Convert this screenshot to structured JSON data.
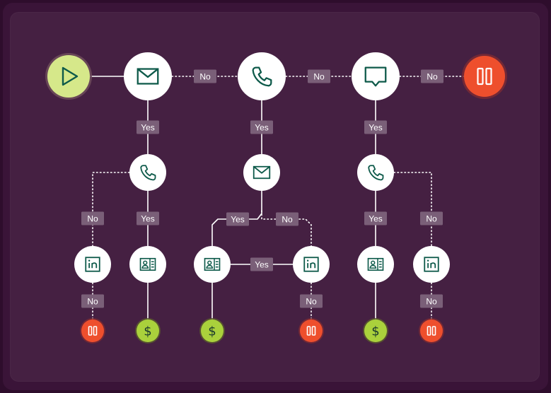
{
  "colors": {
    "page_background": "#2e0d2c",
    "panel": "#452042",
    "node_fill": "#ffffff",
    "icon_stroke": "#0e5a4a",
    "start_fill": "#d6e88a",
    "stop_fill": "#ee4f2d",
    "money_fill": "#aad13c",
    "label_bg": "#7a5f78",
    "connector": "#ffffff"
  },
  "labels": {
    "yes": "Yes",
    "no": "No"
  },
  "nodes": [
    {
      "id": "start",
      "kind": "start",
      "icon": "play-icon"
    },
    {
      "id": "email-1",
      "kind": "step",
      "icon": "email-icon"
    },
    {
      "id": "call-1",
      "kind": "step",
      "icon": "phone-icon"
    },
    {
      "id": "message-1",
      "kind": "step",
      "icon": "chat-icon"
    },
    {
      "id": "stop-top",
      "kind": "stop",
      "icon": "pause-icon"
    },
    {
      "id": "call-2",
      "kind": "step",
      "icon": "phone-icon"
    },
    {
      "id": "email-2",
      "kind": "step",
      "icon": "email-icon"
    },
    {
      "id": "call-3",
      "kind": "step",
      "icon": "phone-icon"
    },
    {
      "id": "linkedin-1",
      "kind": "step",
      "icon": "linkedin-icon"
    },
    {
      "id": "contact-1",
      "kind": "step",
      "icon": "contact-card-icon"
    },
    {
      "id": "contact-2",
      "kind": "step",
      "icon": "contact-card-icon"
    },
    {
      "id": "linkedin-2",
      "kind": "step",
      "icon": "linkedin-icon"
    },
    {
      "id": "contact-3",
      "kind": "step",
      "icon": "contact-card-icon"
    },
    {
      "id": "linkedin-3",
      "kind": "step",
      "icon": "linkedin-icon"
    },
    {
      "id": "stop-1",
      "kind": "stop",
      "icon": "pause-icon"
    },
    {
      "id": "money-1",
      "kind": "outcome",
      "icon": "dollar-icon"
    },
    {
      "id": "money-2",
      "kind": "outcome",
      "icon": "dollar-icon"
    },
    {
      "id": "stop-2",
      "kind": "stop",
      "icon": "pause-icon"
    },
    {
      "id": "money-3",
      "kind": "outcome",
      "icon": "dollar-icon"
    },
    {
      "id": "stop-3",
      "kind": "stop",
      "icon": "pause-icon"
    }
  ],
  "edges": [
    {
      "from": "start",
      "to": "email-1",
      "label": ""
    },
    {
      "from": "email-1",
      "to": "call-1",
      "label": "No"
    },
    {
      "from": "call-1",
      "to": "message-1",
      "label": "No"
    },
    {
      "from": "message-1",
      "to": "stop-top",
      "label": "No"
    },
    {
      "from": "email-1",
      "to": "call-2",
      "label": "Yes"
    },
    {
      "from": "call-1",
      "to": "email-2",
      "label": "Yes"
    },
    {
      "from": "message-1",
      "to": "call-3",
      "label": "Yes"
    },
    {
      "from": "call-2",
      "to": "linkedin-1",
      "label": "No"
    },
    {
      "from": "call-2",
      "to": "contact-1",
      "label": "Yes"
    },
    {
      "from": "email-2",
      "to": "contact-2",
      "label": "Yes"
    },
    {
      "from": "email-2",
      "to": "linkedin-2",
      "label": "No"
    },
    {
      "from": "contact-2",
      "to": "linkedin-2",
      "label": "Yes"
    },
    {
      "from": "call-3",
      "to": "contact-3",
      "label": "Yes"
    },
    {
      "from": "call-3",
      "to": "linkedin-3",
      "label": "No"
    },
    {
      "from": "linkedin-1",
      "to": "stop-1",
      "label": "No"
    },
    {
      "from": "contact-1",
      "to": "money-1",
      "label": ""
    },
    {
      "from": "contact-2",
      "to": "money-2",
      "label": ""
    },
    {
      "from": "linkedin-2",
      "to": "stop-2",
      "label": "No"
    },
    {
      "from": "contact-3",
      "to": "money-3",
      "label": ""
    },
    {
      "from": "linkedin-3",
      "to": "stop-3",
      "label": "No"
    }
  ]
}
